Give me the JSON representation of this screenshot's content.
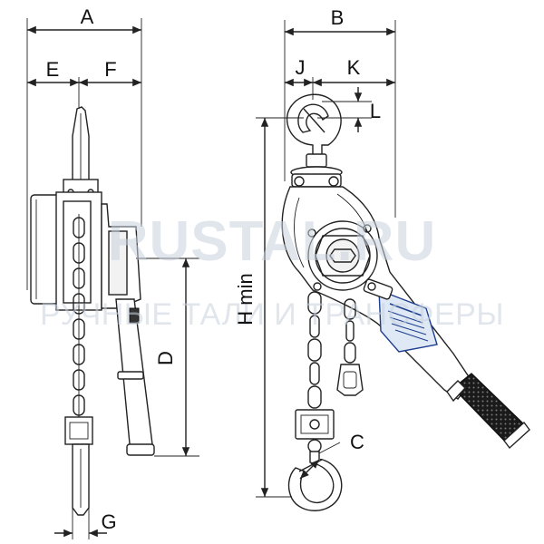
{
  "watermark": {
    "line1": "RUSTAL.RU",
    "line2": "РУЧНЫЕ ТАЛИ И ТРАНСФЕРЫ"
  },
  "dimensions": {
    "A": "A",
    "B": "B",
    "C": "C",
    "D": "D",
    "E": "E",
    "F": "F",
    "G": "G",
    "H": "H min",
    "J": "J",
    "K": "K",
    "L": "L"
  },
  "colors": {
    "line": "#222222",
    "label_plate": "#1e3f8f",
    "watermark": "#c9d3df"
  }
}
